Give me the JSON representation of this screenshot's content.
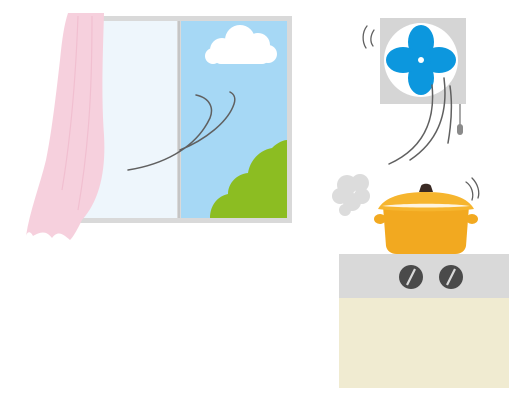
{
  "scene": {
    "elements": [
      "window",
      "curtain",
      "cloud",
      "bush",
      "wind-lines",
      "ventilation-fan",
      "pot",
      "steam",
      "stove",
      "cabinet"
    ]
  },
  "colors": {
    "window_frame": "#d7d7d7",
    "glass_left": "#eef6fc",
    "sky": "#a6d8f5",
    "cloud": "#ffffff",
    "bush": "#8cbd22",
    "curtain": "#f6d0dd",
    "wind_line": "#606060",
    "fan_housing": "#d5d5d5",
    "fan_blade": "#0c97de",
    "pot_body": "#f2a920",
    "pot_lid": "#f6b52e",
    "pot_knob": "#3a2a24",
    "steam": "#dcdcdc",
    "stove_top": "#d9d9d9",
    "burner_knob": "#4a4a4a",
    "cabinet": "#f0ebd1"
  }
}
